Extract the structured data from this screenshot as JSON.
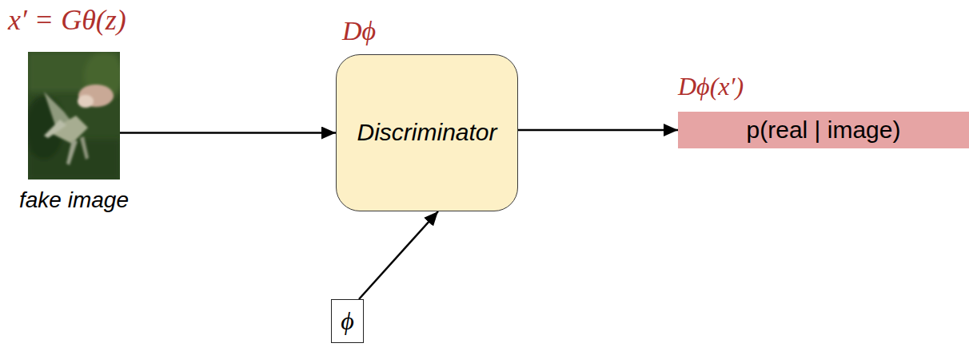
{
  "diagram": {
    "nodes": [
      {
        "text": [
          "fake image"
        ]
      },
      {
        "text": [
          "Discriminator"
        ]
      },
      {
        "text": [
          "p(real | image)"
        ]
      },
      {
        "text": [
          "ϕ"
        ]
      }
    ],
    "edges": [
      {
        "from": 0,
        "to": 1,
        "arrow": "to"
      },
      {
        "from": 1,
        "to": 2,
        "arrow": "to"
      },
      {
        "from": 3,
        "to": 1,
        "arrow": "to"
      }
    ],
    "labels": [
      "x′ = Gθ(z)",
      "Dϕ",
      "Dϕ(x′)"
    ]
  }
}
